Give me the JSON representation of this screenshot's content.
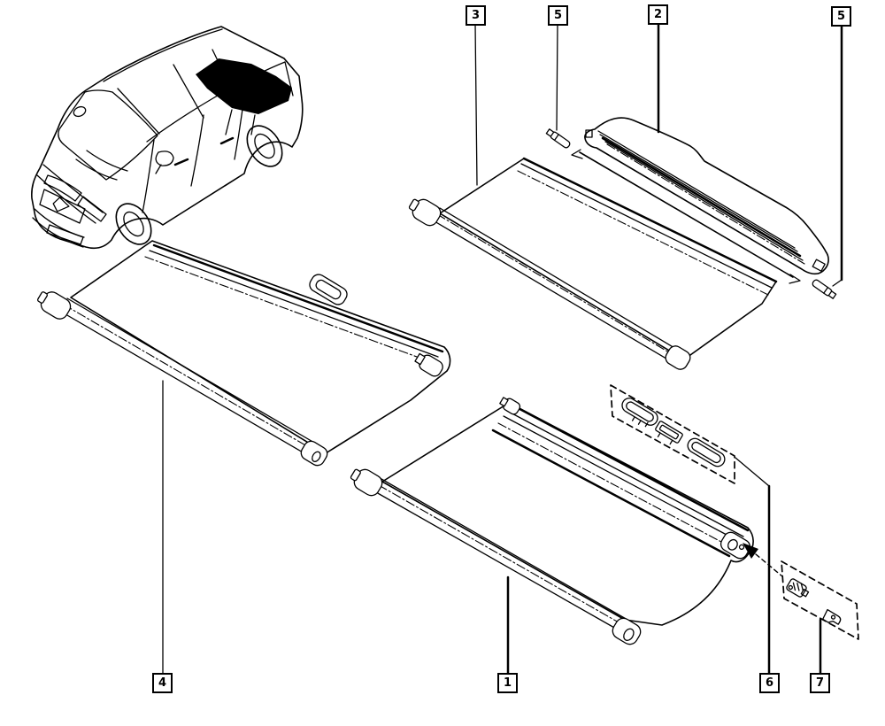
{
  "diagram": {
    "background_color": "#ffffff",
    "line_color": "#000000",
    "callouts": [
      {
        "id": "3",
        "label": "3"
      },
      {
        "id": "5a",
        "label": "5"
      },
      {
        "id": "2",
        "label": "2"
      },
      {
        "id": "5b",
        "label": "5"
      },
      {
        "id": "4",
        "label": "4"
      },
      {
        "id": "1",
        "label": "1"
      },
      {
        "id": "6",
        "label": "6"
      },
      {
        "id": "7",
        "label": "7"
      }
    ]
  }
}
